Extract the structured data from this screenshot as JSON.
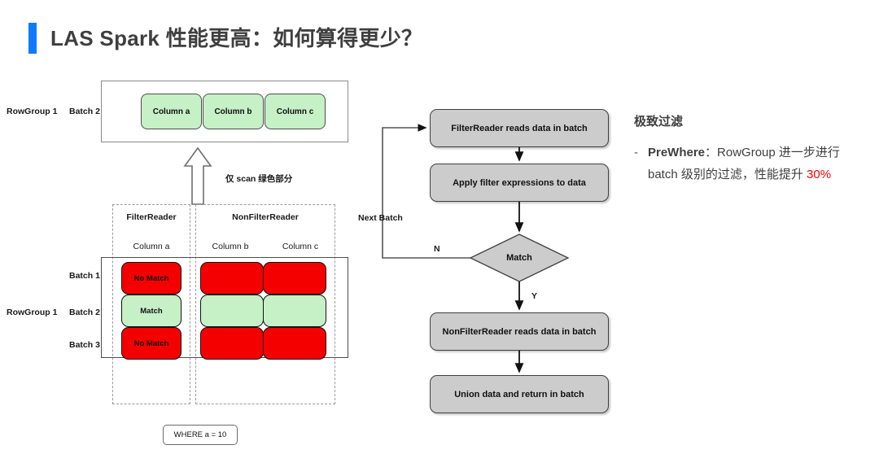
{
  "slide": {
    "title": "LAS Spark 性能更高：如何算得更少？",
    "accent_color": "#0c7bff"
  },
  "top_panel": {
    "rowgroup_label": "RowGroup 1",
    "batch_label": "Batch 2",
    "columns": [
      "Column a",
      "Column b",
      "Column c"
    ],
    "scan_note": "仅 scan 绿色部分",
    "chip_color": "#c6f0c6"
  },
  "matrix": {
    "rowgroup_label": "RowGroup 1",
    "reader_groups": [
      "FilterReader",
      "NonFilterReader"
    ],
    "column_headers": [
      "Column a",
      "Column b",
      "Column c"
    ],
    "batch_labels": [
      "Batch 1",
      "Batch 2",
      "Batch 3"
    ],
    "cells": [
      {
        "batch": "Batch 1",
        "column": "Column a",
        "text": "No Match",
        "state": "red"
      },
      {
        "batch": "Batch 1",
        "column": "Column b",
        "text": "",
        "state": "red"
      },
      {
        "batch": "Batch 1",
        "column": "Column c",
        "text": "",
        "state": "red"
      },
      {
        "batch": "Batch 2",
        "column": "Column a",
        "text": "Match",
        "state": "green"
      },
      {
        "batch": "Batch 2",
        "column": "Column b",
        "text": "",
        "state": "green"
      },
      {
        "batch": "Batch 2",
        "column": "Column c",
        "text": "",
        "state": "green"
      },
      {
        "batch": "Batch 3",
        "column": "Column a",
        "text": "No Match",
        "state": "red"
      },
      {
        "batch": "Batch 3",
        "column": "Column b",
        "text": "",
        "state": "red"
      },
      {
        "batch": "Batch 3",
        "column": "Column c",
        "text": "",
        "state": "red"
      }
    ],
    "where_clause": "WHERE a = 10",
    "red_color": "#f50000",
    "green_color": "#c6f0c6"
  },
  "flowchart": {
    "steps": [
      "FilterReader reads data in batch",
      "Apply filter expressions to data",
      "NonFilterReader reads data in batch",
      "Union data and return in batch"
    ],
    "decision": "Match",
    "edge_labels": {
      "loop": "Next Batch",
      "no": "N",
      "yes": "Y"
    },
    "box_color": "#cccccc"
  },
  "right_panel": {
    "heading": "极致过滤",
    "bullet_dash": "-",
    "bullet": {
      "term": "PreWhere",
      "separator": "：",
      "body_1": "RowGroup 进一步进行 batch 级别的过滤，性能提升 ",
      "highlight": "30%"
    },
    "highlight_color": "#ff0000"
  }
}
